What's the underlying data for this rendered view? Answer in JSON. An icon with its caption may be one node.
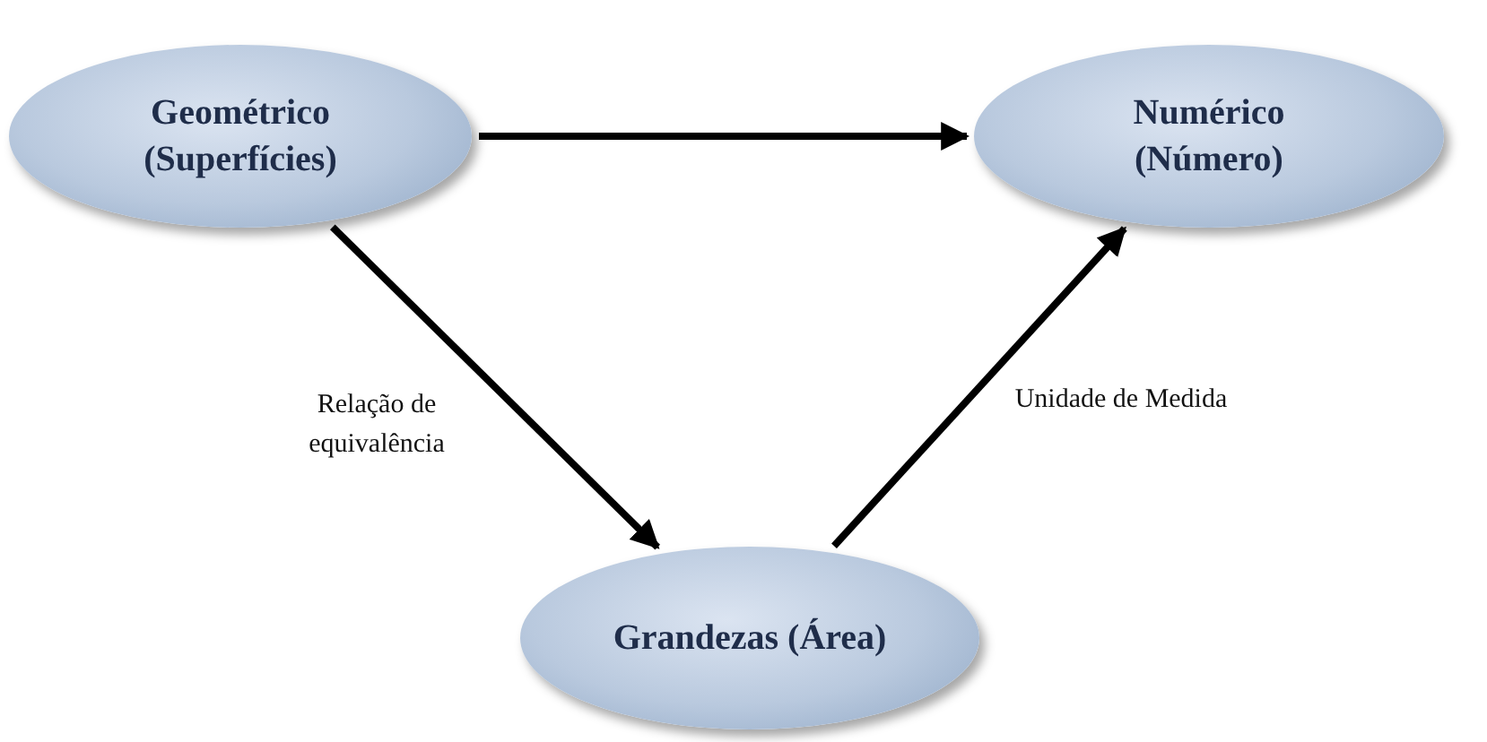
{
  "diagram": {
    "nodes": [
      {
        "text": [
          "Geométrico (Superfícies)"
        ]
      },
      {
        "text": [
          "Numérico (Número)"
        ]
      },
      {
        "text": [
          "Grandezas (Área)"
        ]
      }
    ],
    "edges": [
      {
        "from": 0,
        "to": 1,
        "arrow": "to"
      },
      {
        "from": 0,
        "to": 2,
        "arrow": "to",
        "label": "Relação de equivalência"
      },
      {
        "from": 2,
        "to": 1,
        "arrow": "to",
        "label": "Unidade de Medida"
      }
    ]
  }
}
